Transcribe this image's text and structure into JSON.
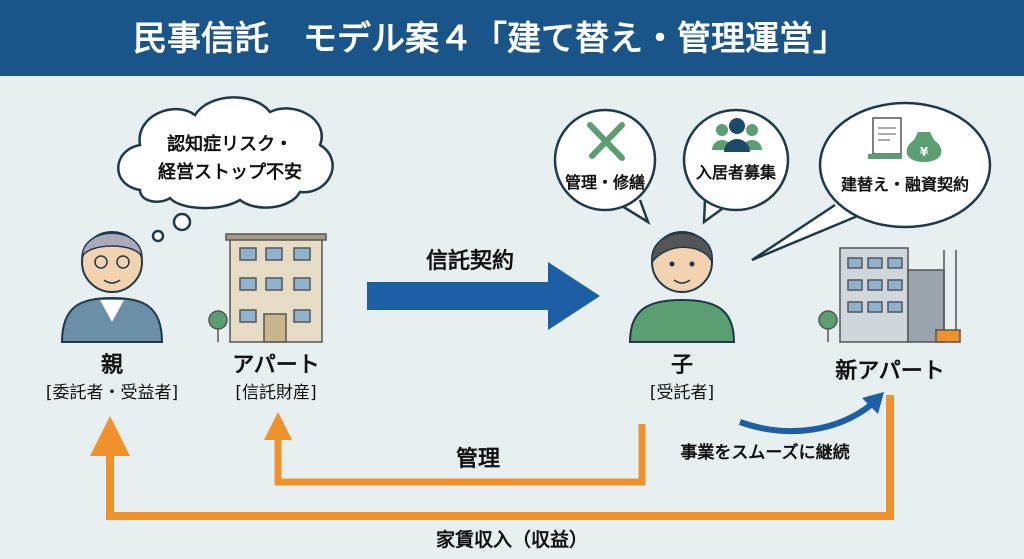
{
  "title": "民事信託　モデル案４「建て替え・管理運営」",
  "thought": {
    "line1": "認知症リスク・",
    "line2": "経営ストップ不安"
  },
  "parent": {
    "name": "親",
    "role": "[委託者・受益者]"
  },
  "apartment": {
    "name": "アパート",
    "role": "[信託財産]"
  },
  "contract_label": "信託契約",
  "child": {
    "name": "子",
    "role": "[受託者]"
  },
  "bubbles": [
    {
      "icon": "tools-icon",
      "label": "管理・修繕"
    },
    {
      "icon": "people-icon",
      "label": "入居者募集"
    },
    {
      "icon": "document-money-bag-icon",
      "label": "建替え・融資契約"
    }
  ],
  "new_apartment": {
    "name": "新アパート"
  },
  "continue_label": "事業をスムーズに継続",
  "manage_label": "管理",
  "income_label": "家賃収入（収益）",
  "colors": {
    "header": "#1a5589",
    "arrow_blue": "#1d5fa5",
    "orange": "#f0922b",
    "green": "#5a9e72"
  }
}
